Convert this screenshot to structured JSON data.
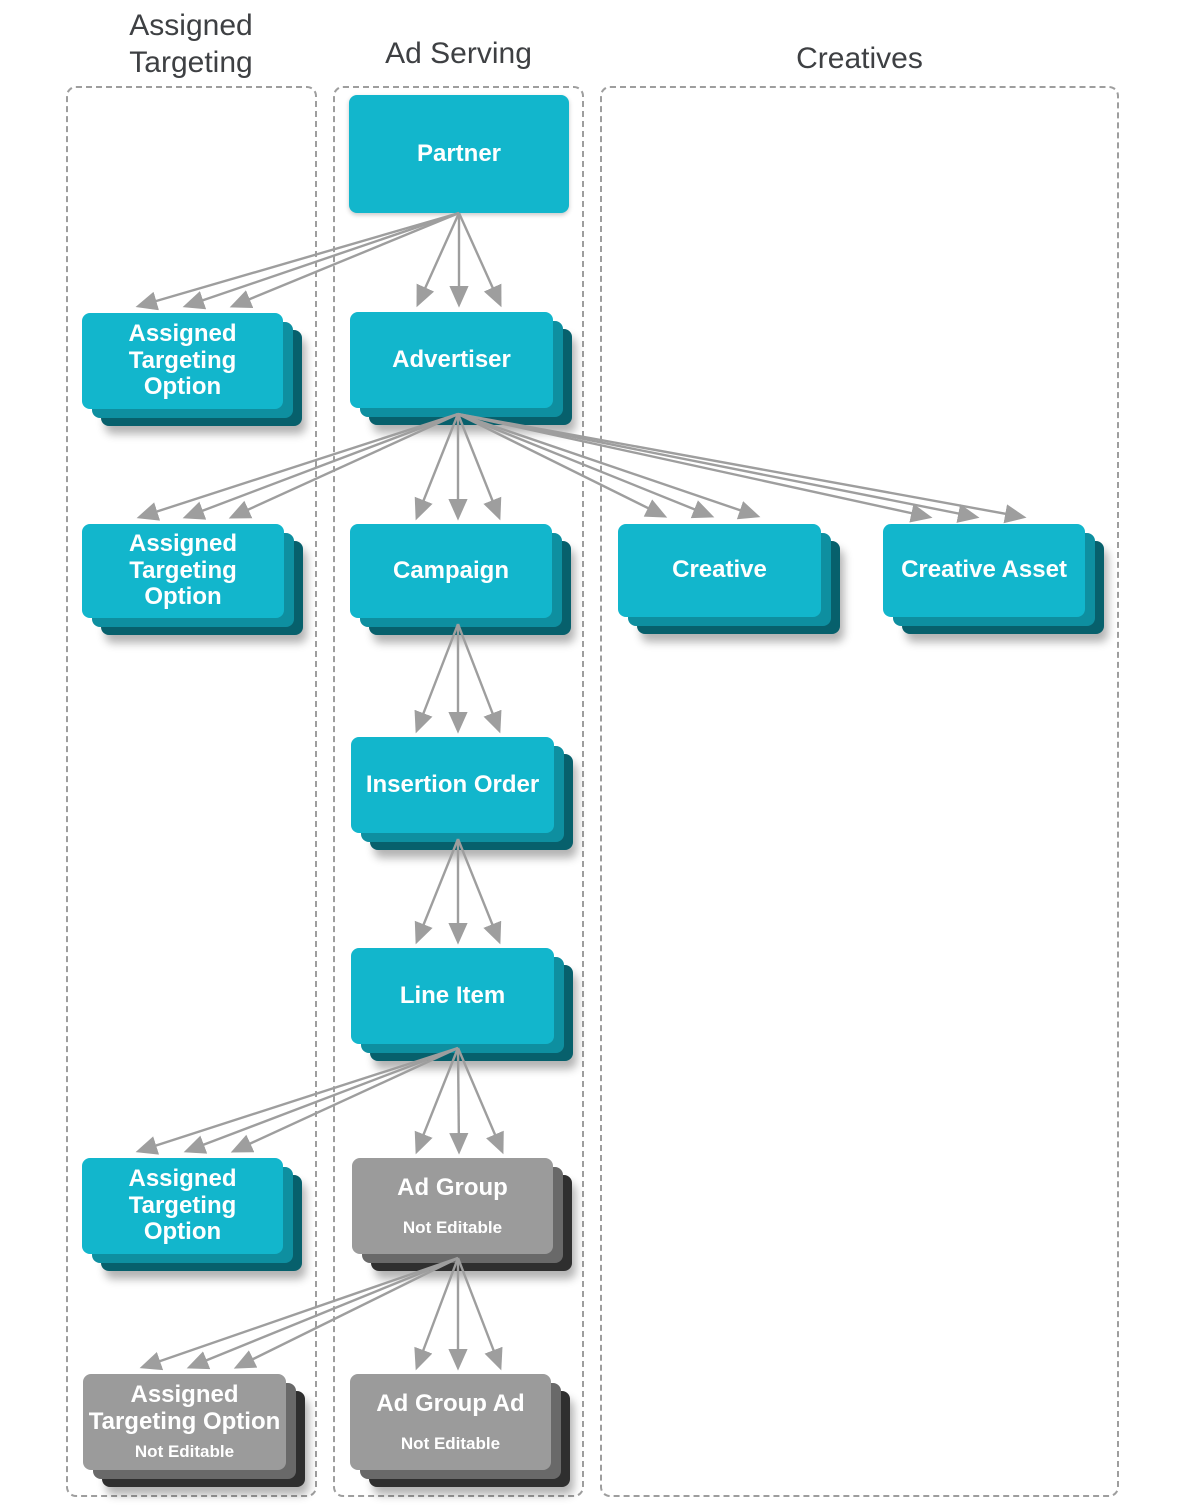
{
  "columns": [
    {
      "id": "assigned-targeting",
      "title": "Assigned Targeting"
    },
    {
      "id": "ad-serving",
      "title": "Ad Serving"
    },
    {
      "id": "creatives",
      "title": "Creatives"
    }
  ],
  "nodes": [
    {
      "id": "partner",
      "label": "Partner"
    },
    {
      "id": "ato-partner",
      "label": "Assigned Targeting Option"
    },
    {
      "id": "advertiser",
      "label": "Advertiser"
    },
    {
      "id": "ato-advertiser",
      "label": "Assigned Targeting Option"
    },
    {
      "id": "campaign",
      "label": "Campaign"
    },
    {
      "id": "creative",
      "label": "Creative"
    },
    {
      "id": "creative-asset",
      "label": "Creative Asset"
    },
    {
      "id": "insertion-order",
      "label": "Insertion Order"
    },
    {
      "id": "line-item",
      "label": "Line Item"
    },
    {
      "id": "ato-line-item",
      "label": "Assigned Targeting Option"
    },
    {
      "id": "ad-group",
      "label": "Ad Group",
      "sublabel": "Not Editable"
    },
    {
      "id": "ato-ad-group",
      "label": "Assigned Targeting Option",
      "sublabel": "Not Editable"
    },
    {
      "id": "ad-group-ad",
      "label": "Ad Group Ad",
      "sublabel": "Not Editable"
    }
  ],
  "colors": {
    "background": "#ffffff",
    "node_teal": "#12b6cc",
    "node_teal_mid": "#0e8fa0",
    "node_teal_dark": "#07606c",
    "node_gray": "#9b9b9b",
    "node_gray_mid": "#696969",
    "node_gray_dark": "#2f2f2f",
    "arrow": "#9e9e9e",
    "frame_border": "#9e9e9e",
    "title_text": "#3e4043",
    "node_label_text": "#ffffff"
  }
}
